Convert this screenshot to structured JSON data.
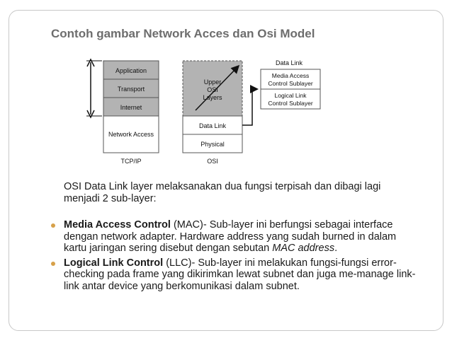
{
  "slide": {
    "title": "Contoh gambar Network Acces dan Osi Model"
  },
  "diagram": {
    "tcpip": {
      "layers": [
        "Application",
        "Transport",
        "Internet",
        "Network Access"
      ],
      "label": "TCP/IP"
    },
    "osi": {
      "upper_label_lines": [
        "Upper",
        "OSI",
        "Layers"
      ],
      "layers": [
        "Data Link",
        "Physical"
      ],
      "label": "OSI"
    },
    "datalink_detail": {
      "header": "Data Link",
      "mac_lines": [
        "Media Access",
        "Control Sublayer"
      ],
      "llc_lines": [
        "Logical Link",
        "Control Sublayer"
      ]
    }
  },
  "content": {
    "intro": "OSI Data Link layer melaksanakan dua fungsi terpisah dan dibagi lagi menjadi 2 sub-layer:",
    "bullets": [
      {
        "term": "Media Access Control",
        "text_before_italic": " (MAC)- Sub-layer ini berfungsi sebagai interface dengan network adapter. Hardware address yang sudah burned in dalam kartu jaringan sering disebut dengan sebutan ",
        "italic": "MAC address",
        "text_after": "."
      },
      {
        "term": "Logical Link Control",
        "text_before_italic": " (LLC)- Sub-layer ini melakukan fungsi-fungsi error-checking pada frame yang dikirimkan lewat subnet dan juga me-manage link-link antar device yang berkomunikasi dalam subnet.",
        "italic": "",
        "text_after": ""
      }
    ]
  },
  "colors": {
    "title": "#6d6d6d",
    "bullet": "#d7a14a",
    "layer_fill": "#b3b3b3"
  }
}
